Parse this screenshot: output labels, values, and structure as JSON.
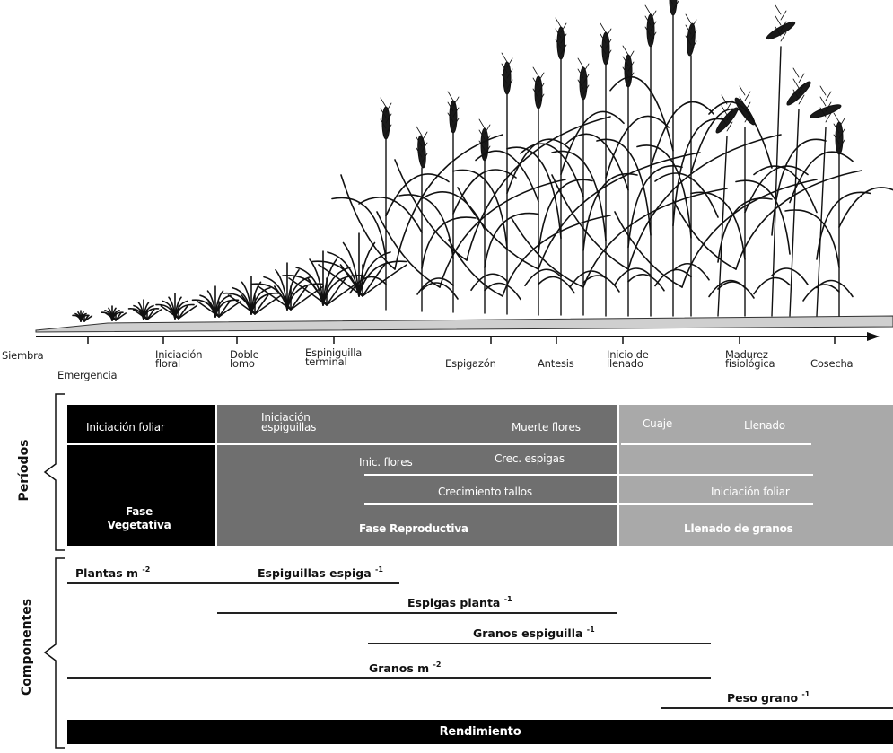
{
  "stages": [
    {
      "key": "siembra",
      "label": "Siembra"
    },
    {
      "key": "emergencia",
      "label": "Emergencia"
    },
    {
      "key": "iniciacion_floral",
      "label": "Iniciación\nfloral"
    },
    {
      "key": "doble_lomo",
      "label": "Doble\nlomo"
    },
    {
      "key": "espiguilla_terminal",
      "label": "Espiniguilla\nterminal"
    },
    {
      "key": "espigazon",
      "label": "Espigazón"
    },
    {
      "key": "antesis",
      "label": "Antesis"
    },
    {
      "key": "inicio_llenado",
      "label": "Inicio de\nllenado"
    },
    {
      "key": "madurez",
      "label": "Madurez\nfisiológica"
    },
    {
      "key": "cosecha",
      "label": "Cosecha"
    }
  ],
  "side_labels": {
    "periodos": "Períodos",
    "componentes": "Componentes"
  },
  "periods": {
    "vegetativa": {
      "top": "Iniciación foliar",
      "title": "Fase\nVegetativa",
      "color": "#000000"
    },
    "reproductiva": {
      "espiguillas": "Iniciación\nespiguillas",
      "muerte": "Muerte flores",
      "inic_flores": "Inic. flores",
      "crec_espigas": "Crec. espigas",
      "crec_tallos": "Crecimiento tallos",
      "title": "Fase Reproductiva",
      "color": "#6f6f6f"
    },
    "llenado": {
      "cuaje": "Cuaje",
      "llenado": "Llenado",
      "inic_foliar": "Iniciación foliar",
      "title": "Llenado de granos",
      "color": "#a9a9a9"
    }
  },
  "components": {
    "plantas": {
      "name": "Plantas m",
      "sup": "-2"
    },
    "espiguillas": {
      "name": "Espiguillas espiga",
      "sup": "-1"
    },
    "espigas": {
      "name": "Espigas planta",
      "sup": "-1"
    },
    "granos_esp": {
      "name": "Granos espiguilla",
      "sup": "-1"
    },
    "granos_m": {
      "name": "Granos m",
      "sup": "-2"
    },
    "peso": {
      "name": "Peso grano",
      "sup": "-1"
    },
    "rendimiento": "Rendimiento"
  }
}
